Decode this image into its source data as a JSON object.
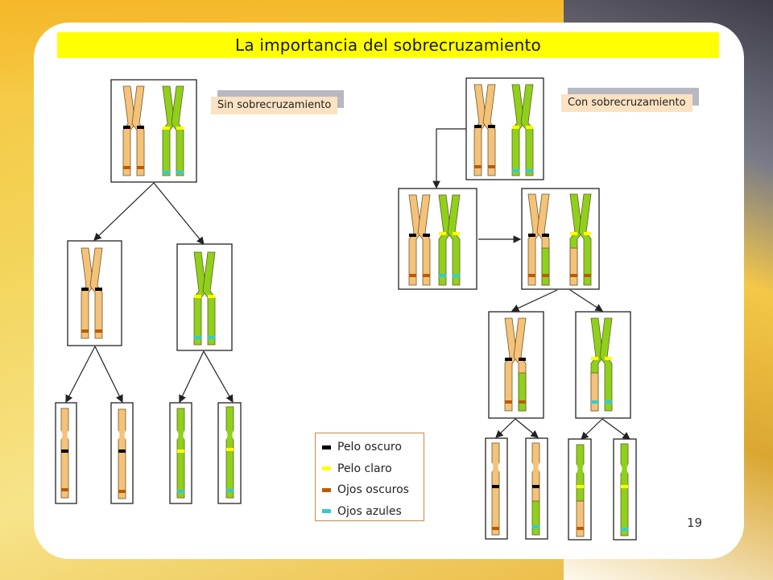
{
  "slide": {
    "title": "La importancia del sobrecruzamiento",
    "page_number": "19"
  },
  "scenarios": {
    "left_label": "Sin sobrecruzamiento",
    "right_label": "Con sobrecruzamiento"
  },
  "legend": [
    {
      "label": "Pelo oscuro",
      "color": "#000000"
    },
    {
      "label": "Pelo claro",
      "color": "#ffff00"
    },
    {
      "label": "Ojos oscuros",
      "color": "#b85c00"
    },
    {
      "label": "Ojos azules",
      "color": "#33cccc"
    }
  ],
  "colors": {
    "chromosome_orange": "#f5c27a",
    "chromosome_green": "#8fd11a",
    "outline": "#6b5a2a",
    "frame": "#222222"
  }
}
